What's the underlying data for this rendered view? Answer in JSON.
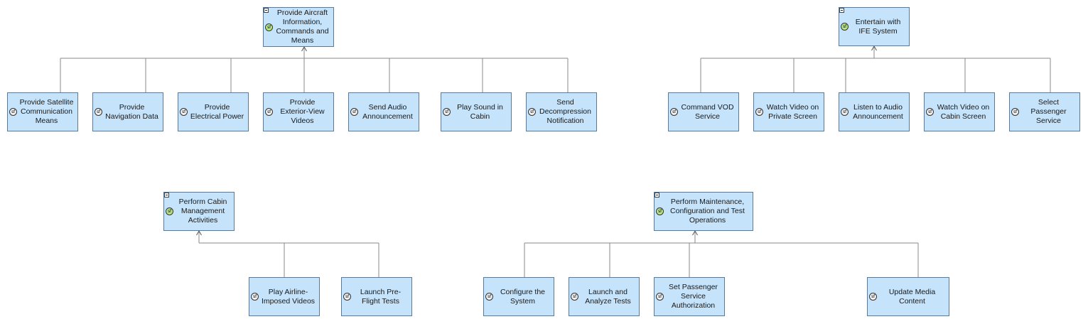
{
  "icons": {
    "function_badge": "sf",
    "collapse": "minus-box-icon"
  },
  "colors": {
    "node_fill": "#c5e3fa",
    "node_border": "#5c7a96",
    "connector": "#8a8a8a"
  },
  "groups": [
    {
      "id": "aircraft-info",
      "parent": {
        "label": "Provide Aircraft\nInformation,\nCommands and\nMeans"
      },
      "children": [
        {
          "label": "Provide Satellite\nCommunication\nMeans"
        },
        {
          "label": "Provide\nNavigation Data"
        },
        {
          "label": "Provide\nElectrical Power"
        },
        {
          "label": "Provide\nExterior-View\nVideos"
        },
        {
          "label": "Send Audio\nAnnouncement"
        },
        {
          "label": "Play Sound in\nCabin"
        },
        {
          "label": "Send\nDecompression\nNotification"
        }
      ]
    },
    {
      "id": "ife",
      "parent": {
        "label": "Entertain with\nIFE System"
      },
      "children": [
        {
          "label": "Command VOD\nService"
        },
        {
          "label": "Watch Video on\nPrivate Screen"
        },
        {
          "label": "Listen to Audio\nAnnouncement"
        },
        {
          "label": "Watch Video on\nCabin Screen"
        },
        {
          "label": "Select\nPassenger\nService"
        }
      ]
    },
    {
      "id": "cabin-mgmt",
      "parent": {
        "label": "Perform Cabin\nManagement\nActivities"
      },
      "children": [
        {
          "label": "Play Airline-\nImposed Videos"
        },
        {
          "label": "Launch Pre-\nFlight Tests"
        }
      ]
    },
    {
      "id": "maintenance",
      "parent": {
        "label": "Perform Maintenance,\nConfiguration and Test\nOperations"
      },
      "children": [
        {
          "label": "Configure the\nSystem"
        },
        {
          "label": "Launch and\nAnalyze Tests"
        },
        {
          "label": "Set Passenger\nService\nAuthorization"
        },
        {
          "label": "Update Media\nContent"
        }
      ]
    }
  ]
}
